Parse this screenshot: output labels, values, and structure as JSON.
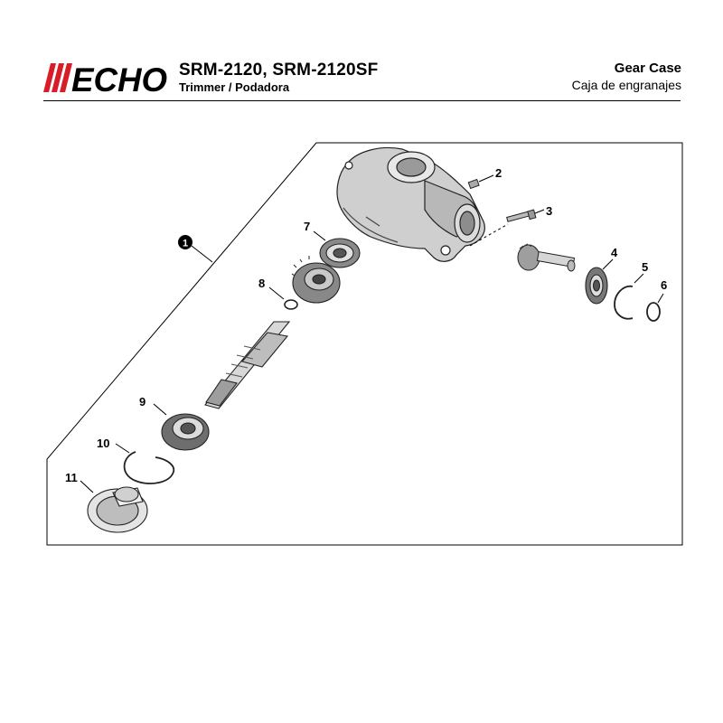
{
  "brand": {
    "logo_text": "ECHO",
    "logo_color": "#d71e28"
  },
  "header": {
    "model": "SRM-2120, SRM-2120SF",
    "subtitle": "Trimmer / Podadora",
    "section_en": "Gear Case",
    "section_es": "Caja de engranajes"
  },
  "callouts": {
    "assembly": "1",
    "parts": [
      "2",
      "3",
      "4",
      "5",
      "6",
      "7",
      "8",
      "9",
      "10",
      "11"
    ]
  }
}
